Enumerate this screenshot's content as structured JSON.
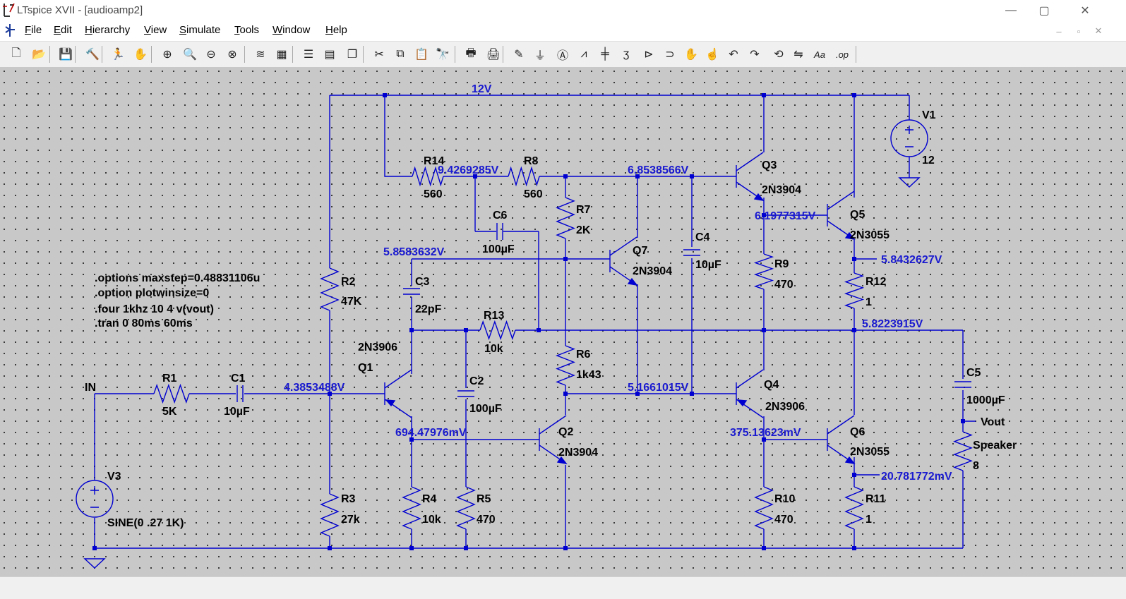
{
  "app": {
    "title": "LTspice XVII - [audioamp2]"
  },
  "window_controls": {
    "minimize": "—",
    "maximize": "▢",
    "close": "✕"
  },
  "mdi_controls": {
    "minimize": "–",
    "restore": "▫",
    "close": "✕"
  },
  "menu": [
    {
      "key": "F",
      "rest": "ile"
    },
    {
      "key": "E",
      "rest": "dit"
    },
    {
      "key": "H",
      "rest": "ierarchy"
    },
    {
      "key": "V",
      "rest": "iew"
    },
    {
      "key": "S",
      "rest": "imulate"
    },
    {
      "key": "T",
      "rest": "ools"
    },
    {
      "key": "W",
      "rest": "indow"
    },
    {
      "key": "H",
      "rest": "elp"
    }
  ],
  "toolbar": [
    {
      "name": "new-schematic-icon",
      "glyph": "🗋"
    },
    {
      "name": "open-icon",
      "glyph": "📂"
    },
    {
      "name": "save-icon",
      "glyph": "💾"
    },
    {
      "name": "control-panel-icon",
      "glyph": "🔨"
    },
    {
      "name": "run-icon",
      "glyph": "🏃"
    },
    {
      "name": "halt-icon",
      "glyph": "✋"
    },
    {
      "name": "zoom-in-icon",
      "glyph": "⊕"
    },
    {
      "name": "zoom-pan-icon",
      "glyph": "🔍"
    },
    {
      "name": "zoom-out-icon",
      "glyph": "⊖"
    },
    {
      "name": "zoom-fit-icon",
      "glyph": "⊗"
    },
    {
      "name": "autorange-icon",
      "glyph": "≋"
    },
    {
      "name": "grid-icon",
      "glyph": "▦"
    },
    {
      "name": "tile-horizontal-icon",
      "glyph": "☰"
    },
    {
      "name": "tile-vertical-icon",
      "glyph": "▤"
    },
    {
      "name": "cascade-icon",
      "glyph": "❐"
    },
    {
      "name": "cut-icon",
      "glyph": "✂"
    },
    {
      "name": "copy-icon",
      "glyph": "⧉"
    },
    {
      "name": "paste-icon",
      "glyph": "📋"
    },
    {
      "name": "find-icon",
      "glyph": "🔭"
    },
    {
      "name": "print-icon",
      "glyph": "🖶"
    },
    {
      "name": "print-setup-icon",
      "glyph": "🖨"
    },
    {
      "name": "draw-wire-icon",
      "glyph": "✎"
    },
    {
      "name": "ground-icon",
      "glyph": "⏚"
    },
    {
      "name": "label-net-icon",
      "glyph": "Ⓐ"
    },
    {
      "name": "resistor-icon",
      "glyph": "⩘"
    },
    {
      "name": "capacitor-icon",
      "glyph": "╪"
    },
    {
      "name": "inductor-icon",
      "glyph": "ʒ"
    },
    {
      "name": "diode-icon",
      "glyph": "⊳"
    },
    {
      "name": "component-icon",
      "glyph": "⊃"
    },
    {
      "name": "move-icon",
      "glyph": "✋"
    },
    {
      "name": "drag-icon",
      "glyph": "☝"
    },
    {
      "name": "undo-icon",
      "glyph": "↶"
    },
    {
      "name": "redo-icon",
      "glyph": "↷"
    },
    {
      "name": "rotate-icon",
      "glyph": "⟲"
    },
    {
      "name": "mirror-icon",
      "glyph": "⇋"
    },
    {
      "name": "text-icon",
      "glyph": "Aa"
    },
    {
      "name": "spice-directive-icon",
      "glyph": ".op"
    }
  ],
  "schematic": {
    "colors": {
      "background": "#c8c8c8",
      "wire": "#0000d0",
      "junction": "#0000d0",
      "label": "#000000",
      "voltage": "#1a1ad0"
    },
    "directives": [
      ".options maxstep=0.48831106u",
      ".option plotwinsize=0",
      ".four 1khz 10 4 v(vout)",
      ".tran 0 80ms 60ms"
    ],
    "components": {
      "R1": {
        "ref": "R1",
        "value": "5K"
      },
      "R2": {
        "ref": "R2",
        "value": "47K"
      },
      "R3": {
        "ref": "R3",
        "value": "27k"
      },
      "R4": {
        "ref": "R4",
        "value": "10k"
      },
      "R5": {
        "ref": "R5",
        "value": "470"
      },
      "R6": {
        "ref": "R6",
        "value": "1k43"
      },
      "R7": {
        "ref": "R7",
        "value": "2K"
      },
      "R8": {
        "ref": "R8",
        "value": "560"
      },
      "R9": {
        "ref": "R9",
        "value": "470"
      },
      "R10": {
        "ref": "R10",
        "value": "470"
      },
      "R11": {
        "ref": "R11",
        "value": "1"
      },
      "R12": {
        "ref": "R12",
        "value": "1"
      },
      "R13": {
        "ref": "R13",
        "value": "10k"
      },
      "R14": {
        "ref": "R14",
        "value": "560"
      },
      "C1": {
        "ref": "C1",
        "value": "10µF"
      },
      "C2": {
        "ref": "C2",
        "value": "100µF"
      },
      "C3": {
        "ref": "C3",
        "value": "22pF"
      },
      "C4": {
        "ref": "C4",
        "value": "10µF"
      },
      "C5": {
        "ref": "C5",
        "value": "1000µF"
      },
      "C6": {
        "ref": "C6",
        "value": "100µF"
      },
      "Q1": {
        "ref": "Q1",
        "value": "2N3906"
      },
      "Q2": {
        "ref": "Q2",
        "value": "2N3904"
      },
      "Q3": {
        "ref": "Q3",
        "value": "2N3904"
      },
      "Q4": {
        "ref": "Q4",
        "value": "2N3906"
      },
      "Q5": {
        "ref": "Q5",
        "value": "2N3055"
      },
      "Q6": {
        "ref": "Q6",
        "value": "2N3055"
      },
      "Q7": {
        "ref": "Q7",
        "value": "2N3904"
      },
      "V1": {
        "ref": "V1",
        "value": "12"
      },
      "V3": {
        "ref": "V3",
        "value": "SINE(0 .27 1K)"
      },
      "Speaker": {
        "ref": "Speaker",
        "value": "8"
      }
    },
    "nets": {
      "supply": "12V",
      "input": "IN",
      "output": "Vout"
    },
    "voltages": {
      "v_r14_r8": "9.4269285V",
      "v_q3_base": "6.8538566V",
      "v_q5_base": "6.1977315V",
      "v_q5_emitter": "5.8432627V",
      "v_mid": "5.8223915V",
      "v_q7_base": "5.8583632V",
      "v_q1_base": "4.3853488V",
      "v_q4_base": "5.1661015V",
      "v_q2_base": "694.47976mV",
      "v_q6_base": "375.13623mV",
      "v_q6_emitter": "20.781772mV"
    }
  }
}
